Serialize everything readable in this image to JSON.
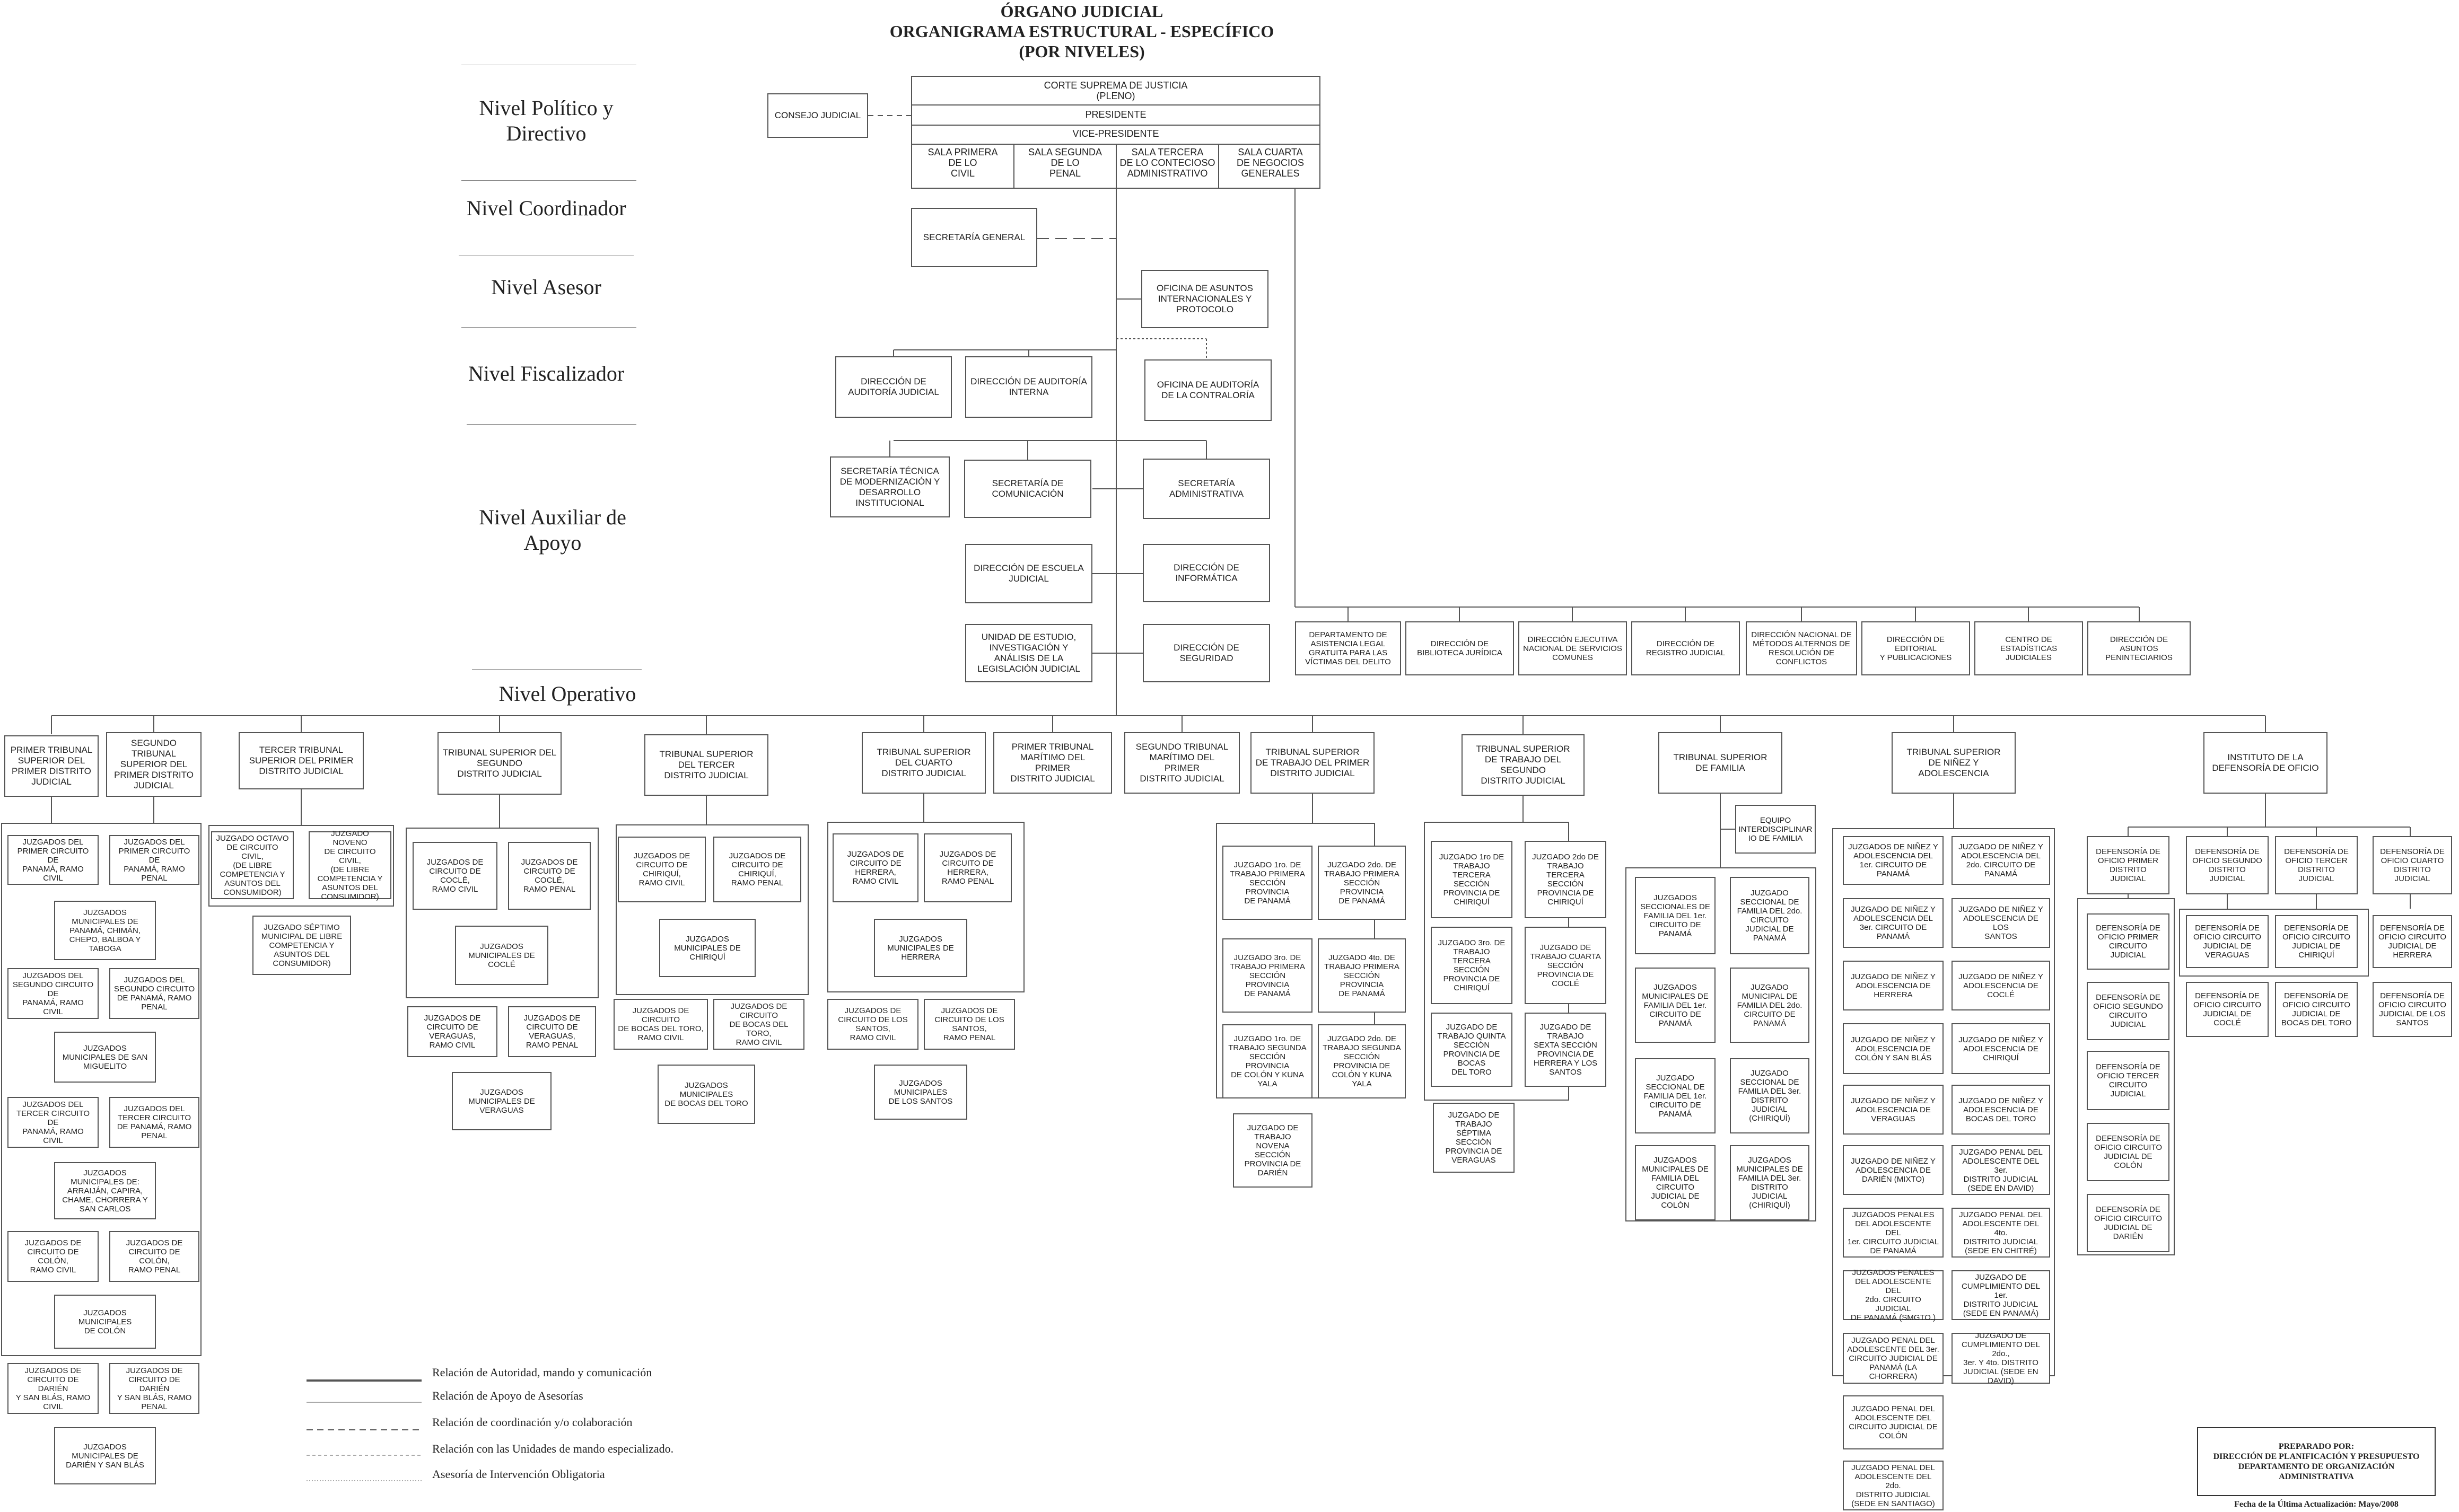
{
  "header": {
    "title": "ÓRGANO JUDICIAL\nORGANIGRAMA ESTRUCTURAL - ESPECÍFICO\n(POR NIVELES)"
  },
  "levels": [
    "Nivel Político y\nDirectivo",
    "Nivel Coordinador",
    "Nivel Asesor",
    "Nivel Fiscalizador",
    "Nivel Auxiliar de\nApoyo",
    "Nivel Operativo"
  ],
  "corte": {
    "name": "CORTE SUPREMA DE JUSTICIA\n(PLENO)",
    "presidente": "PRESIDENTE",
    "vice": "VICE-PRESIDENTE",
    "salas": [
      "SALA PRIMERA\nDE LO\nCIVIL",
      "SALA SEGUNDA\nDE LO\nPENAL",
      "SALA TERCERA\nDE LO CONTECIOSO\nADMINISTRATIVO",
      "SALA CUARTA\nDE NEGOCIOS\nGENERALES"
    ],
    "consejo": "CONSEJO JUDICIAL"
  },
  "boxes": {
    "secretaria_general": "SECRETARÍA GENERAL",
    "asuntos_internacionales": "OFICINA DE ASUNTOS\nINTERNACIONALES Y\nPROTOCOLO",
    "auditoria_judicial": "DIRECCIÓN DE\nAUDITORÍA JUDICIAL",
    "auditoria_interna": "DIRECCIÓN DE AUDITORÍA\nINTERNA",
    "auditoria_contraloria": "OFICINA DE AUDITORÍA\nDE  LA CONTRALORÍA",
    "sec_tecnica": "SECRETARÍA TÉCNICA\nDE MODERNIZACIÓN Y\nDESARROLLO\nINSTITUCIONAL",
    "sec_comunicacion": "SECRETARÍA DE\nCOMUNICACIÓN",
    "sec_administrativa": "SECRETARÍA\nADMINISTRATIVA",
    "escuela_judicial": "DIRECCIÓN DE ESCUELA\nJUDICIAL",
    "informatica": "DIRECCIÓN DE\nINFORMÁTICA",
    "unidad_estudio": "UNIDAD DE ESTUDIO,\nINVESTIGACIÓN Y\nANÁLISIS DE LA\nLEGISLACIÓN JUDICIAL",
    "seguridad": "DIRECCIÓN DE\nSEGURIDAD",
    "equipo_interdisciplinario": "EQUIPO\nINTERDISCIPLINAR\nIO DE FAMILIA"
  },
  "direcciones_cuarta": [
    "DEPARTAMENTO DE\nASISTENCIA LEGAL\nGRATUITA PARA LAS\nVÍCTIMAS DEL DELITO",
    "DIRECCIÓN DE\nBIBLIOTECA  JURÍDICA",
    "DIRECCIÓN EJECUTIVA\nNACIONAL DE SERVICIOS\nCOMUNES",
    "DIRECCIÓN DE\nREGISTRO JUDICIAL",
    "DIRECCIÓN NACIONAL DE\nMÉTODOS ALTERNOS DE\nRESOLUCIÓN DE\nCONFLICTOS",
    "DIRECCIÓN  DE\nEDITORIAL\nY  PUBLICACIONES",
    "CENTRO DE\nESTADÍSTICAS\nJUDICIALES",
    "DIRECCIÓN DE\nASUNTOS\nPENINTECIARIOS"
  ],
  "tribunales": [
    "PRIMER TRIBUNAL\nSUPERIOR DEL\nPRIMER DISTRITO\nJUDICIAL",
    "SEGUNDO\nTRIBUNAL\nSUPERIOR DEL\nPRIMER DISTRITO\nJUDICIAL",
    "TERCER TRIBUNAL\nSUPERIOR DEL PRIMER\nDISTRITO JUDICIAL",
    "TRIBUNAL SUPERIOR DEL\nSEGUNDO\nDISTRITO JUDICIAL",
    "TRIBUNAL SUPERIOR\nDEL TERCER\nDISTRITO JUDICIAL",
    "TRIBUNAL SUPERIOR\nDEL CUARTO\nDISTRITO JUDICIAL",
    "PRIMER TRIBUNAL\nMARÍTIMO DEL\nPRIMER\nDISTRITO JUDICIAL",
    "SEGUNDO TRIBUNAL\nMARÍTIMO DEL\nPRIMER\nDISTRITO JUDICIAL",
    "TRIBUNAL SUPERIOR\nDE TRABAJO DEL PRIMER\nDISTRITO JUDICIAL",
    "TRIBUNAL SUPERIOR\nDE TRABAJO DEL\nSEGUNDO\nDISTRITO JUDICIAL",
    "TRIBUNAL SUPERIOR\nDE FAMILIA",
    "TRIBUNAL SUPERIOR\nDE NIÑEZ Y\nADOLESCENCIA",
    "INSTITUTO DE LA\nDEFENSORÍA DE OFICIO"
  ],
  "juzgados": {
    "t1": [
      "JUZGADOS DEL\nPRIMER CIRCUITO DE\nPANAMÁ, RAMO CIVIL",
      "JUZGADOS DEL\nPRIMER CIRCUITO DE\nPANAMÁ, RAMO\nPENAL",
      "JUZGADOS\nMUNICIPALES DE\nPANAMÁ, CHIMÁN,\nCHEPO, BALBOA Y\nTABOGA",
      "JUZGADOS DEL\nSEGUNDO CIRCUITO DE\nPANAMÁ, RAMO CIVIL",
      "JUZGADOS DEL\nSEGUNDO CIRCUITO\nDE PANAMÁ, RAMO\nPENAL",
      "JUZGADOS\nMUNICIPALES DE SAN\nMIGUELITO",
      "JUZGADOS DEL\nTERCER CIRCUITO DE\nPANAMÁ, RAMO CIVIL",
      "JUZGADOS DEL\nTERCER CIRCUITO\nDE PANAMÁ, RAMO\nPENAL",
      "JUZGADOS\nMUNICIPALES DE:\nARRAIJÁN, CAPIRA,\nCHAME, CHORRERA Y\nSAN CARLOS",
      "JUZGADOS DE\nCIRCUITO DE COLÓN,\nRAMO CIVIL",
      "JUZGADOS DE\nCIRCUITO DE\nCOLÓN,\nRAMO PENAL",
      "JUZGADOS\nMUNICIPALES\nDE COLÓN",
      "JUZGADOS DE\nCIRCUITO DE DARIÉN\nY SAN BLÁS, RAMO\nCIVIL",
      "JUZGADOS DE\nCIRCUITO DE DARIÉN\nY SAN BLÁS, RAMO\nPENAL",
      "JUZGADOS\nMUNICIPALES DE\nDARIÉN Y SAN BLÁS"
    ],
    "t3": [
      "JUZGADO OCTAVO\nDE CIRCUITO CIVIL,\n(DE LIBRE\nCOMPETENCIA Y\nASUNTOS DEL\nCONSUMIDOR)",
      "JUZGADO NOVENO\nDE CIRCUITO CIVIL,\n(DE LIBRE\nCOMPETENCIA Y\nASUNTOS DEL\nCONSUMIDOR)",
      "JUZGADO SÉPTIMO\nMUNICIPAL DE LIBRE\nCOMPETENCIA Y\nASUNTOS DEL\nCONSUMIDOR)"
    ],
    "t4": [
      "JUZGADOS DE\nCIRCUITO DE\nCOCLÉ,\nRAMO CIVIL",
      "JUZGADOS DE\nCIRCUITO DE\nCOCLÉ,\nRAMO PENAL",
      "JUZGADOS\nMUNICIPALES DE\nCOCLÉ",
      "JUZGADOS DE\nCIRCUITO DE\nVERAGUAS,\nRAMO CIVIL",
      "JUZGADOS DE\nCIRCUITO DE\nVERAGUAS,\nRAMO PENAL",
      "JUZGADOS\nMUNICIPALES DE\nVERAGUAS"
    ],
    "t5": [
      "JUZGADOS DE\nCIRCUITO DE\nCHIRIQUÍ,\nRAMO CIVIL",
      "JUZGADOS DE\nCIRCUITO DE\nCHIRIQUÍ,\nRAMO PENAL",
      "JUZGADOS\nMUNICIPALES DE\nCHIRIQUÍ",
      "JUZGADOS DE\nCIRCUITO\nDE BOCAS DEL TORO,\nRAMO CIVIL",
      "JUZGADOS DE\nCIRCUITO\nDE BOCAS DEL TORO,\nRAMO CIVIL",
      "JUZGADOS\nMUNICIPALES\nDE  BOCAS DEL TORO"
    ],
    "t6": [
      "JUZGADOS DE\nCIRCUITO DE\nHERRERA,\nRAMO CIVIL",
      "JUZGADOS DE\nCIRCUITO DE\nHERRERA,\nRAMO PENAL",
      "JUZGADOS\nMUNICIPALES DE\nHERRERA",
      "JUZGADOS DE\nCIRCUITO DE LOS\nSANTOS,\nRAMO CIVIL",
      "JUZGADOS DE\nCIRCUITO DE LOS\nSANTOS,\nRAMO PENAL",
      "JUZGADOS\nMUNICIPALES\nDE LOS SANTOS"
    ],
    "trab1": [
      "JUZGADO 1ro. DE\nTRABAJO PRIMERA\nSECCIÓN PROVINCIA\nDE PANAMÁ",
      "JUZGADO 2do. DE\nTRABAJO PRIMERA\nSECCIÓN PROVINCIA\nDE PANAMÁ",
      "JUZGADO 3ro. DE\nTRABAJO PRIMERA\nSECCIÓN PROVINCIA\nDE PANAMÁ",
      "JUZGADO 4to. DE\nTRABAJO PRIMERA\nSECCIÓN PROVINCIA\nDE PANAMÁ",
      "JUZGADO 1ro. DE\nTRABAJO SEGUNDA\nSECCIÓN PROVINCIA\nDE COLÓN Y KUNA\nYALA",
      "JUZGADO 2do. DE\nTRABAJO SEGUNDA\nSECCIÓN\nPROVINCIA DE\nCOLÓN Y KUNA\nYALA",
      "JUZGADO DE\nTRABAJO NOVENA\nSECCIÓN\nPROVINCIA DE\nDARIÉN"
    ],
    "trab2": [
      "JUZGADO 1ro DE\nTRABAJO\nTERCERA\nSECCIÓN\nPROVINCIA DE\nCHIRIQUÍ",
      "JUZGADO 2do DE\nTRABAJO\nTERCERA\nSECCIÓN\nPROVINCIA DE\nCHIRIQUÍ",
      "JUZGADO 3ro. DE\nTRABAJO\nTERCERA\nSECCIÓN\nPROVINCIA DE\nCHIRIQUÍ",
      "JUZGADO  DE\nTRABAJO CUARTA\nSECCIÓN\nPROVINCIA DE\nCOCLÉ",
      "JUZGADO  DE\nTRABAJO QUINTA\nSECCIÓN\nPROVINCIA DE\nBOCAS\nDEL TORO",
      "JUZGADO DE\nTRABAJO\nSEXTA SECCIÓN\nPROVINCIA DE\nHERRERA Y LOS\nSANTOS",
      "JUZGADO  DE\nTRABAJO SÉPTIMA\nSECCIÓN\nPROVINCIA DE\nVERAGUAS"
    ],
    "familia": [
      "JUZGADOS\nSECCIONALES DE\nFAMILIA DEL 1er.\nCIRCUITO DE\nPANAMÁ",
      "JUZGADO\nSECCIONAL DE\nFAMILIA DEL 2do.\nCIRCUITO\nJUDICIAL DE\nPANAMÁ",
      "JUZGADOS\nMUNICIPALES DE\nFAMILIA DEL 1er.\nCIRCUITO DE\nPANAMÁ",
      "JUZGADO\nMUNICIPAL DE\nFAMILIA DEL 2do.\nCIRCUITO DE\nPANAMÁ",
      "JUZGADO\nSECCIONAL DE\nFAMILIA DEL 1er.\nCIRCUITO  DE\nPANAMÁ",
      "JUZGADO\nSECCIONAL DE\nFAMILIA DEL 3er.\nDISTRITO\nJUDICIAL\n(CHIRIQUÍ)",
      "JUZGADOS\nMUNICIPALES DE\nFAMILIA DEL\nCIRCUITO\nJUDICIAL DE\nCOLÓN",
      "JUZGADOS\nMUNICIPALES  DE\nFAMILIA DEL 3er.\nDISTRITO\nJUDICIAL\n(CHIRIQUÍ)"
    ],
    "ninez": [
      "JUZGADOS DE NIÑEZ Y\nADOLESCENCIA DEL\n1er. CIRCUITO DE\nPANAMÁ",
      "JUZGADO DE NIÑEZ Y\nADOLESCENCIA  DEL\n2do. CIRCUITO DE\nPANAMÁ",
      "JUZGADO  DE NIÑEZ Y\nADOLESCENCIA DEL\n3er. CIRCUITO DE\nPANAMÁ",
      "JUZGADO DE NIÑEZ Y\nADOLESCENCIA DE LOS\nSANTOS",
      "JUZGADO DE NIÑEZ Y\nADOLESCENCIA DE\nHERRERA",
      "JUZGADO DE NIÑEZ Y\nADOLESCENCIA DE\nCOCLÉ",
      "JUZGADO DE NIÑEZ Y\nADOLESCENCIA DE\nCOLÓN Y SAN BLÁS",
      "JUZGADO DE NIÑEZ Y\nADOLESCENCIA DE\nCHIRIQUÍ",
      "JUZGADO DE NIÑEZ Y\nADOLESCENCIA DE\nVERAGUAS",
      "JUZGADO DE NIÑEZ Y\nADOLESCENCIA DE\nBOCAS DEL TORO",
      "JUZGADO DE NIÑEZ Y\nADOLESCENCIA DE\nDARIÉN (MIXTO)",
      "JUZGADO PENAL DEL\nADOLESCENTE DEL 3er.\nDISTRITO JUDICIAL\n(SEDE EN DAVID)",
      "JUZGADOS PENALES\nDEL ADOLESCENTE DEL\n1er. CIRCUITO JUDICIAL\nDE PANAMÁ",
      "JUZGADO PENAL DEL\nADOLESCENTE DEL 4to.\nDISTRITO JUDICIAL\n(SEDE EN CHITRÉ)",
      "JUZGADOS PENALES\nDEL ADOLESCENTE DEL\n2do. CIRCUITO JUDICIAL\nDE PANAMÁ (SMGTO.)",
      "JUZGADO DE\nCUMPLIMIENTO DEL 1er.\nDISTRITO JUDICIAL\n(SEDE EN PANAMÁ)",
      "JUZGADO PENAL DEL\nADOLESCENTE DEL 3er.\nCIRCUITO JUDICIAL DE\nPANAMÁ (LA CHORRERA)",
      "JUZGADO DE\nCUMPLIMIENTO DEL 2do.,\n3er. Y 4to.  DISTRITO\nJUDICIAL (SEDE EN\nDAVID)",
      "JUZGADO PENAL DEL\nADOLESCENTE DEL\nCIRCUITO JUDICIAL DE\nCOLÓN",
      "JUZGADO PENAL DEL\nADOLESCENTE DEL 2do.\nDISTRITO JUDICIAL\n(SEDE EN SANTIAGO)"
    ],
    "defensoria": [
      "DEFENSORÍA DE\nOFICIO PRIMER\nDISTRITO\nJUDICIAL",
      "DEFENSORÍA DE\nOFICIO SEGUNDO\nDISTRITO\nJUDICIAL",
      "DEFENSORÍA DE\nOFICIO TERCER\nDISTRITO\nJUDICIAL",
      "DEFENSORÍA DE\nOFICIO CUARTO\nDISTRITO\nJUDICIAL",
      "DEFENSORÍA DE\nOFICIO PRIMER\nCIRCUITO\nJUDICIAL",
      "DEFENSORÍA DE\nOFICIO SEGUNDO\nCIRCUITO\nJUDICIAL",
      "DEFENSORÍA DE\nOFICIO TERCER\nCIRCUITO\nJUDICIAL",
      "DEFENSORÍA DE\nOFICIO CIRCUITO\nJUDICIAL DE\nCOLÓN",
      "DEFENSORÍA DE\nOFICIO CIRCUITO\nJUDICIAL DE\nDARIÉN",
      "DEFENSORÍA DE\nOFICIO CIRCUITO\nJUDICIAL DE\nVERAGUAS",
      "DEFENSORÍA DE\nOFICIO CIRCUITO\nJUDICIAL DE\nCOCLÉ",
      "DEFENSORÍA DE\nOFICIO CIRCUITO\nJUDICIAL DE\nCHIRIQUÍ",
      "DEFENSORÍA DE\nOFICIO CIRCUITO\nJUDICIAL DE\nBOCAS DEL TORO",
      "DEFENSORÍA DE\nOFICIO CIRCUITO\nJUDICIAL DE\nHERRERA",
      "DEFENSORÍA DE\nOFICIO CIRCUITO\nJUDICIAL DE LOS\nSANTOS"
    ]
  },
  "legend": [
    "Relación de Autoridad, mando y comunicación",
    "Relación de Apoyo de Asesorías",
    "Relación de coordinación y/o colaboración",
    "Relación con las Unidades de mando especializado.",
    "Asesoría de Intervención Obligatoria"
  ],
  "footer_note": {
    "prepared": "PREPARADO POR:\nDIRECCIÓN DE PLANIFICACIÓN Y PRESUPUESTO\nDEPARTAMENTO DE ORGANIZACIÓN\nADMINISTRATIVA",
    "updated": "Fecha de la Última Actualización: Mayo/2008"
  }
}
